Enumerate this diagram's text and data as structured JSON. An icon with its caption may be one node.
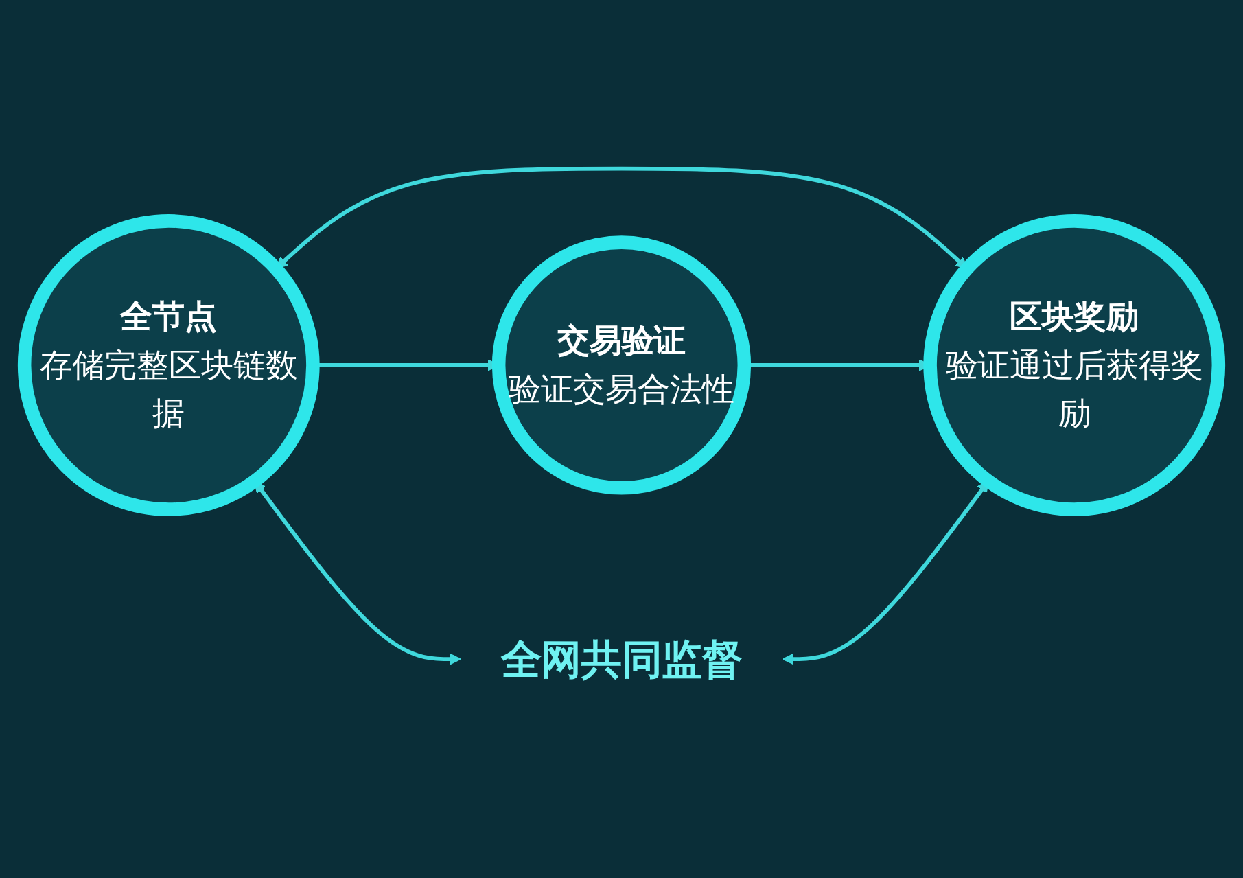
{
  "diagram": {
    "nodes": [
      {
        "text": [
          "全节点",
          "存储完整区块链数据"
        ]
      },
      {
        "text": [
          "交易验证",
          "验证交易合法性"
        ]
      },
      {
        "text": [
          "区块奖励",
          "验证通过后获得奖励"
        ]
      },
      {
        "text": [
          "全网共同监督"
        ]
      }
    ],
    "edges": [
      {
        "from": 0,
        "to": 2,
        "arrow": "both"
      },
      {
        "from": 0,
        "to": 1,
        "arrow": "to"
      },
      {
        "from": 1,
        "to": 2,
        "arrow": "to"
      },
      {
        "from": 0,
        "to": 3,
        "arrow": "both"
      },
      {
        "from": 3,
        "to": 2,
        "arrow": "both"
      }
    ]
  }
}
